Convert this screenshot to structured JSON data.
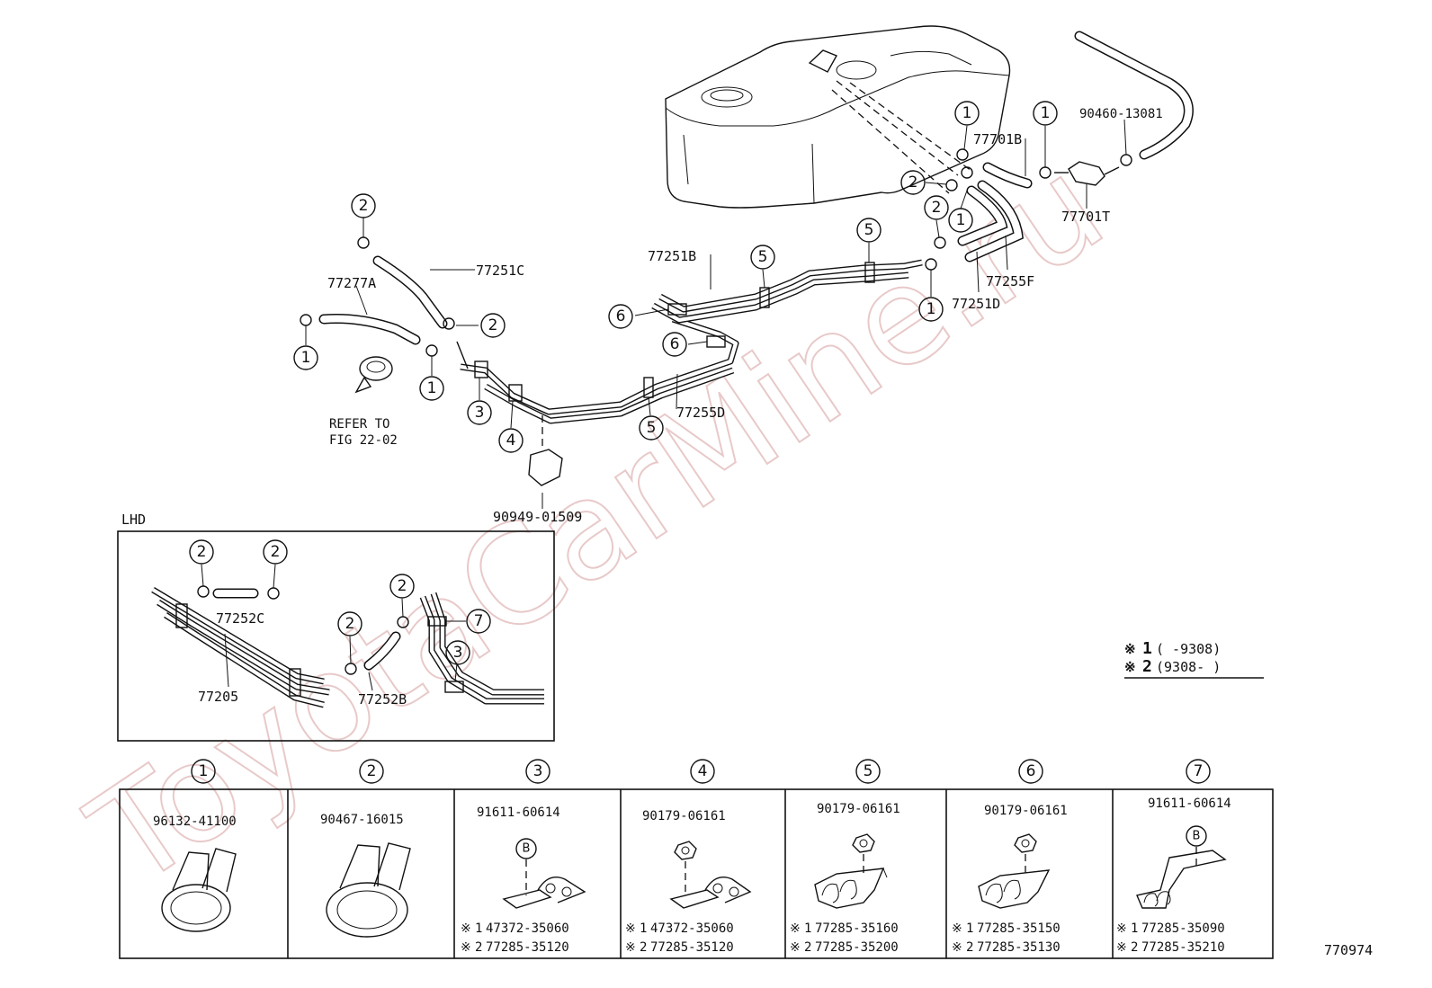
{
  "watermark": "ToyotaCarMine.ru",
  "figure_id": "770974",
  "section_label": "LHD",
  "refer_note": {
    "line1": "REFER TO",
    "line2": "FIG 22-02"
  },
  "variant_legend": {
    "mark": "※",
    "v1": {
      "num": "1",
      "range": "(        -9308)"
    },
    "v2": {
      "num": "2",
      "range": "(9308-        )"
    }
  },
  "part_labels": {
    "p77251C": "77251C",
    "p77277A": "77277A",
    "p77251B": "77251B",
    "p77255D": "77255D",
    "p90949_01509": "90949-01509",
    "p77701B": "77701B",
    "p90460_13081": "90460-13081",
    "p77701T": "77701T",
    "p77255F": "77255F",
    "p77251D": "77251D",
    "p77252C": "77252C",
    "p77205": "77205",
    "p77252B": "77252B"
  },
  "legend": [
    {
      "num": "1",
      "part": "96132-41100"
    },
    {
      "num": "2",
      "part": "90467-16015"
    },
    {
      "num": "3",
      "part": "91611-60614",
      "marker": "B",
      "v1": "47372-35060",
      "v2": "77285-35120"
    },
    {
      "num": "4",
      "part": "90179-06161",
      "v1": "47372-35060",
      "v2": "77285-35120"
    },
    {
      "num": "5",
      "part": "90179-06161",
      "v1": "77285-35160",
      "v2": "77285-35200"
    },
    {
      "num": "6",
      "part": "90179-06161",
      "v1": "77285-35150",
      "v2": "77285-35130"
    },
    {
      "num": "7",
      "part": "91611-60614",
      "marker": "B",
      "v1": "77285-35090",
      "v2": "77285-35210"
    }
  ]
}
